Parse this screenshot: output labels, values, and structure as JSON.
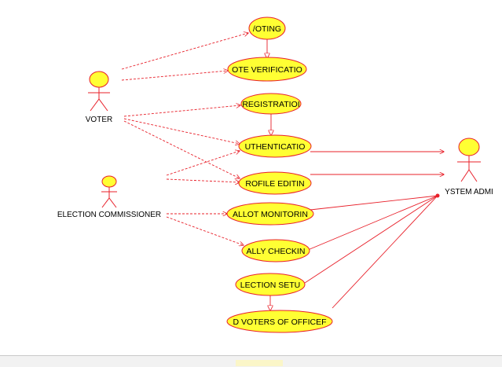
{
  "diagram": {
    "actors": [
      {
        "id": "voter",
        "label": "VOTER"
      },
      {
        "id": "ec",
        "label": "ELECTION COMMISSIONER"
      },
      {
        "id": "admin",
        "label": "YSTEM ADMI"
      }
    ],
    "use_cases": [
      {
        "id": "voting",
        "label": "/OTING"
      },
      {
        "id": "vote_verification",
        "label": "OTE VERIFICATIO"
      },
      {
        "id": "registration",
        "label": "REGISTRATIOI"
      },
      {
        "id": "authentication",
        "label": "UTHENTICATIO"
      },
      {
        "id": "profile_editing",
        "label": "ROFILE EDITIN"
      },
      {
        "id": "ballot_monitoring",
        "label": "ALLOT MONITORIN"
      },
      {
        "id": "tally_checking",
        "label": "ALLY CHECKIN"
      },
      {
        "id": "election_setup",
        "label": "LECTION SETU"
      },
      {
        "id": "add_voters",
        "label": "D VOTERS OF OFFICEF"
      }
    ],
    "colors": {
      "usecase_fill": "#ffff33",
      "actor_head": "#ffff33",
      "line": "#e8202a"
    }
  }
}
